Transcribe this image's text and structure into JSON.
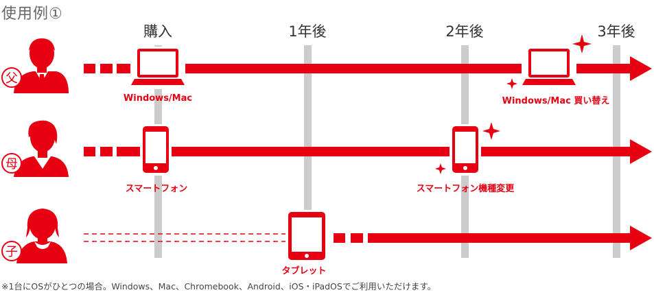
{
  "title": "使用例①",
  "milestones": [
    {
      "label": "購入"
    },
    {
      "label": "1年後"
    },
    {
      "label": "2年後"
    },
    {
      "label": "3年後"
    }
  ],
  "rows": [
    {
      "role": "父",
      "icon": "father-avatar-icon",
      "devices": [
        {
          "label": "Windows/Mac",
          "icon": "laptop-icon"
        },
        {
          "label": "Windows/Mac 買い替え",
          "icon": "laptop-icon"
        }
      ]
    },
    {
      "role": "母",
      "icon": "mother-avatar-icon",
      "devices": [
        {
          "label": "スマートフォン",
          "icon": "smartphone-icon"
        },
        {
          "label": "スマートフォン機種変更",
          "icon": "smartphone-icon"
        }
      ]
    },
    {
      "role": "子",
      "icon": "child-avatar-icon",
      "devices": [
        {
          "label": "タブレット",
          "icon": "tablet-icon"
        }
      ]
    }
  ],
  "footnote": "※1台にOSがひとつの場合。Windows、Mac、Chromebook、Android、iOS・iPadOSでご利用いただけます。",
  "colors": {
    "accent": "#e60012",
    "grid": "#cccccc",
    "avatar": "#ffffff"
  }
}
